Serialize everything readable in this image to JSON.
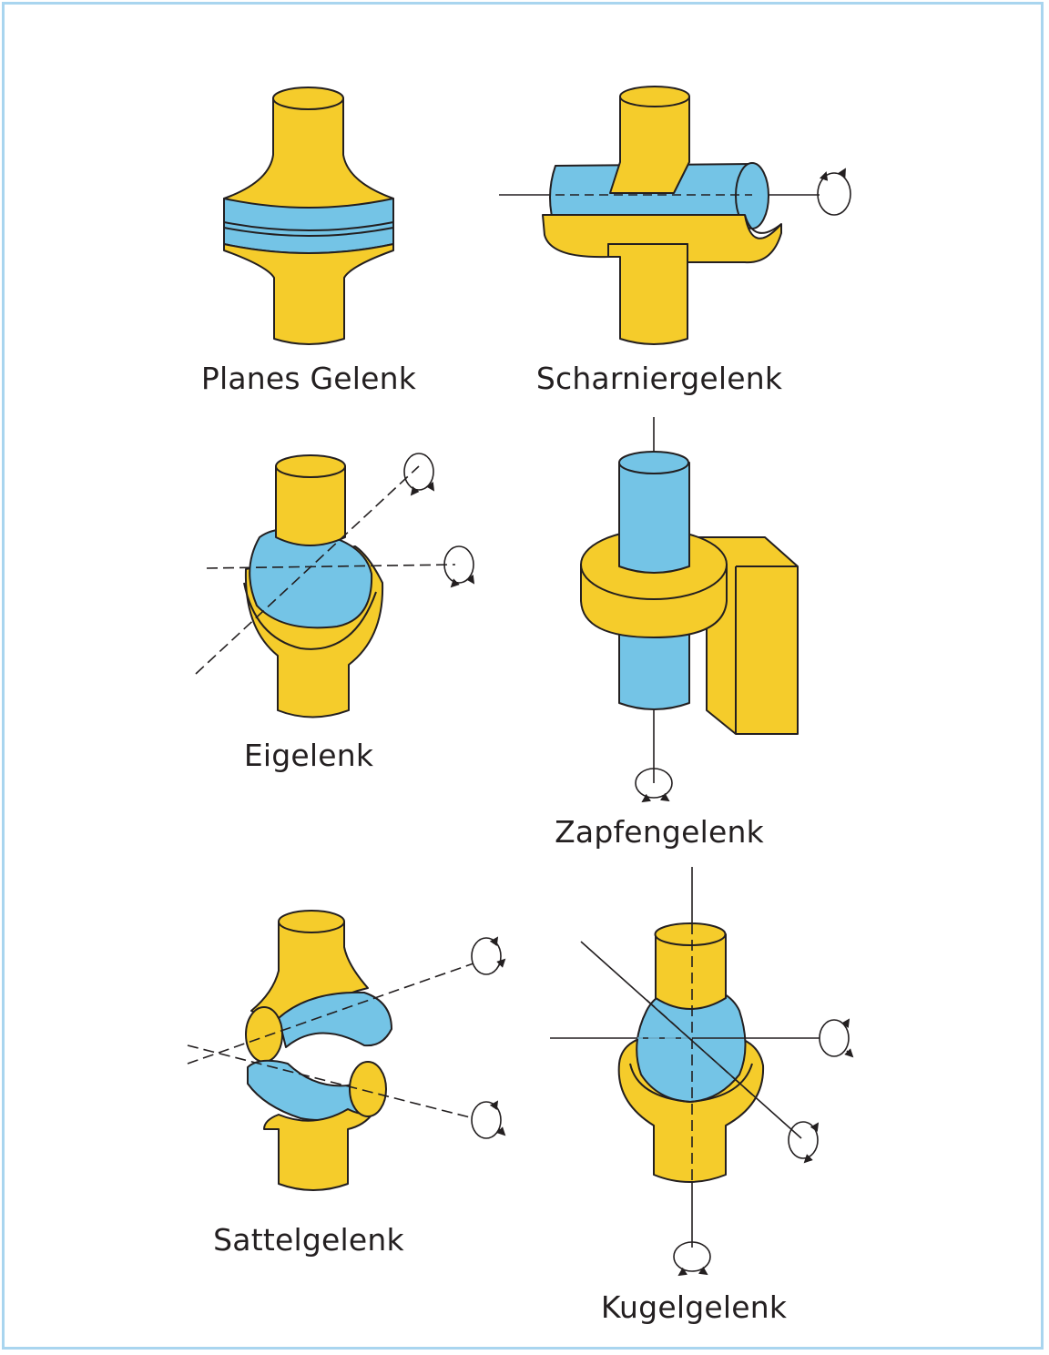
{
  "colors": {
    "bone": "#f5cc2b",
    "cartilage": "#74c4e6",
    "outline": "#231f20",
    "frame": "#a9d5ef",
    "background": "#ffffff"
  },
  "joints": [
    {
      "id": "planes",
      "label": "Planes Gelenk"
    },
    {
      "id": "scharnier",
      "label": "Scharniergelenk"
    },
    {
      "id": "ei",
      "label": "Eigelenk"
    },
    {
      "id": "zapfen",
      "label": "Zapfengelenk"
    },
    {
      "id": "sattel",
      "label": "Sattelgelenk"
    },
    {
      "id": "kugel",
      "label": "Kugelgelenk"
    }
  ]
}
